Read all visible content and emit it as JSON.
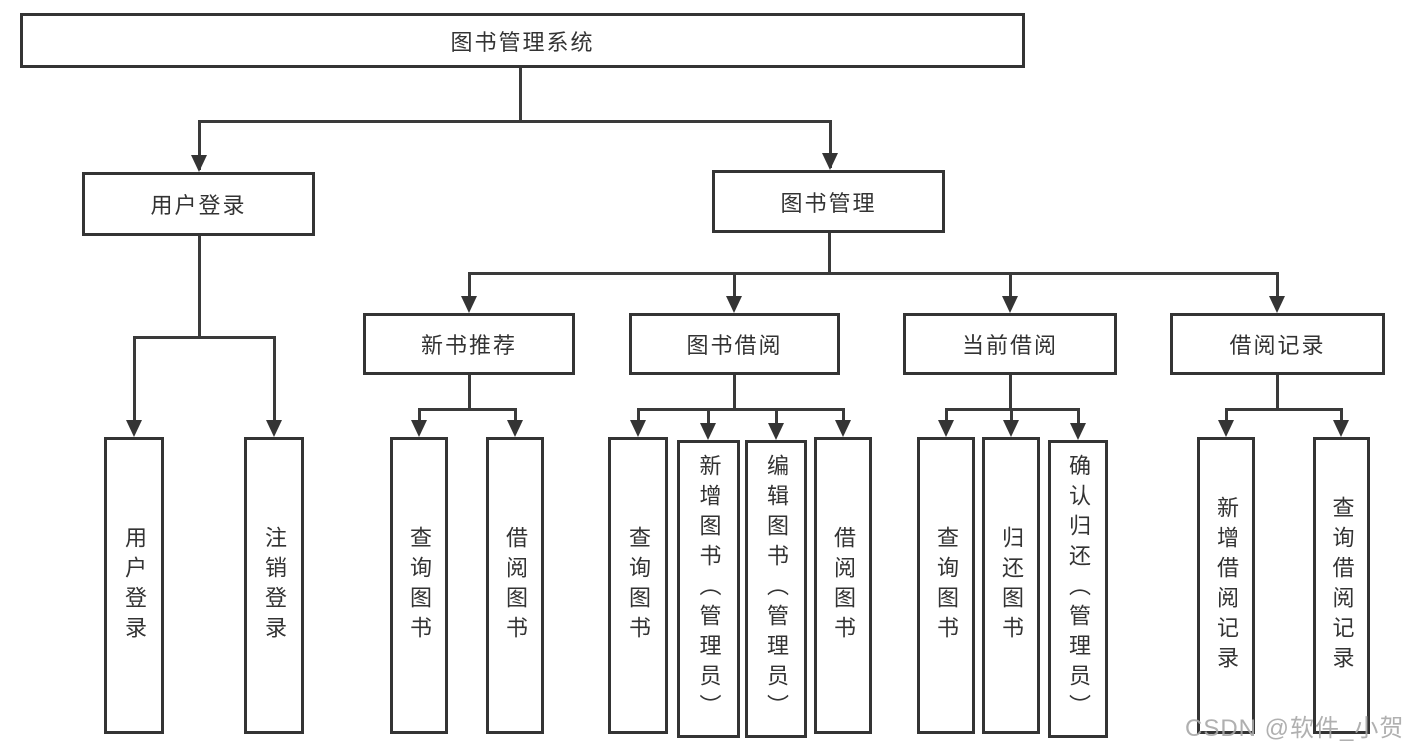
{
  "colors": {
    "line": "#3a3a3a",
    "border": "#343434",
    "text": "#333333",
    "watermark": "#a8a8a8",
    "background": "#ffffff"
  },
  "watermark": {
    "text": "CSDN @软件_小贺同学"
  },
  "tree": {
    "root": {
      "label": "图书管理系统"
    },
    "login": {
      "label": "用户登录",
      "children": [
        {
          "label": "用户登录"
        },
        {
          "label": "注销登录"
        }
      ]
    },
    "management": {
      "label": "图书管理",
      "groups": [
        {
          "label": "新书推荐",
          "children": [
            {
              "label": "查询图书"
            },
            {
              "label": "借阅图书"
            }
          ]
        },
        {
          "label": "图书借阅",
          "children": [
            {
              "label": "查询图书"
            },
            {
              "label": "新增图书（管理员）"
            },
            {
              "label": "编辑图书（管理员）"
            },
            {
              "label": "借阅图书"
            }
          ]
        },
        {
          "label": "当前借阅",
          "children": [
            {
              "label": "查询图书"
            },
            {
              "label": "归还图书"
            },
            {
              "label": "确认归还（管理员）"
            }
          ]
        },
        {
          "label": "借阅记录",
          "children": [
            {
              "label": "新增借阅记录"
            },
            {
              "label": "查询借阅记录"
            }
          ]
        }
      ]
    }
  }
}
